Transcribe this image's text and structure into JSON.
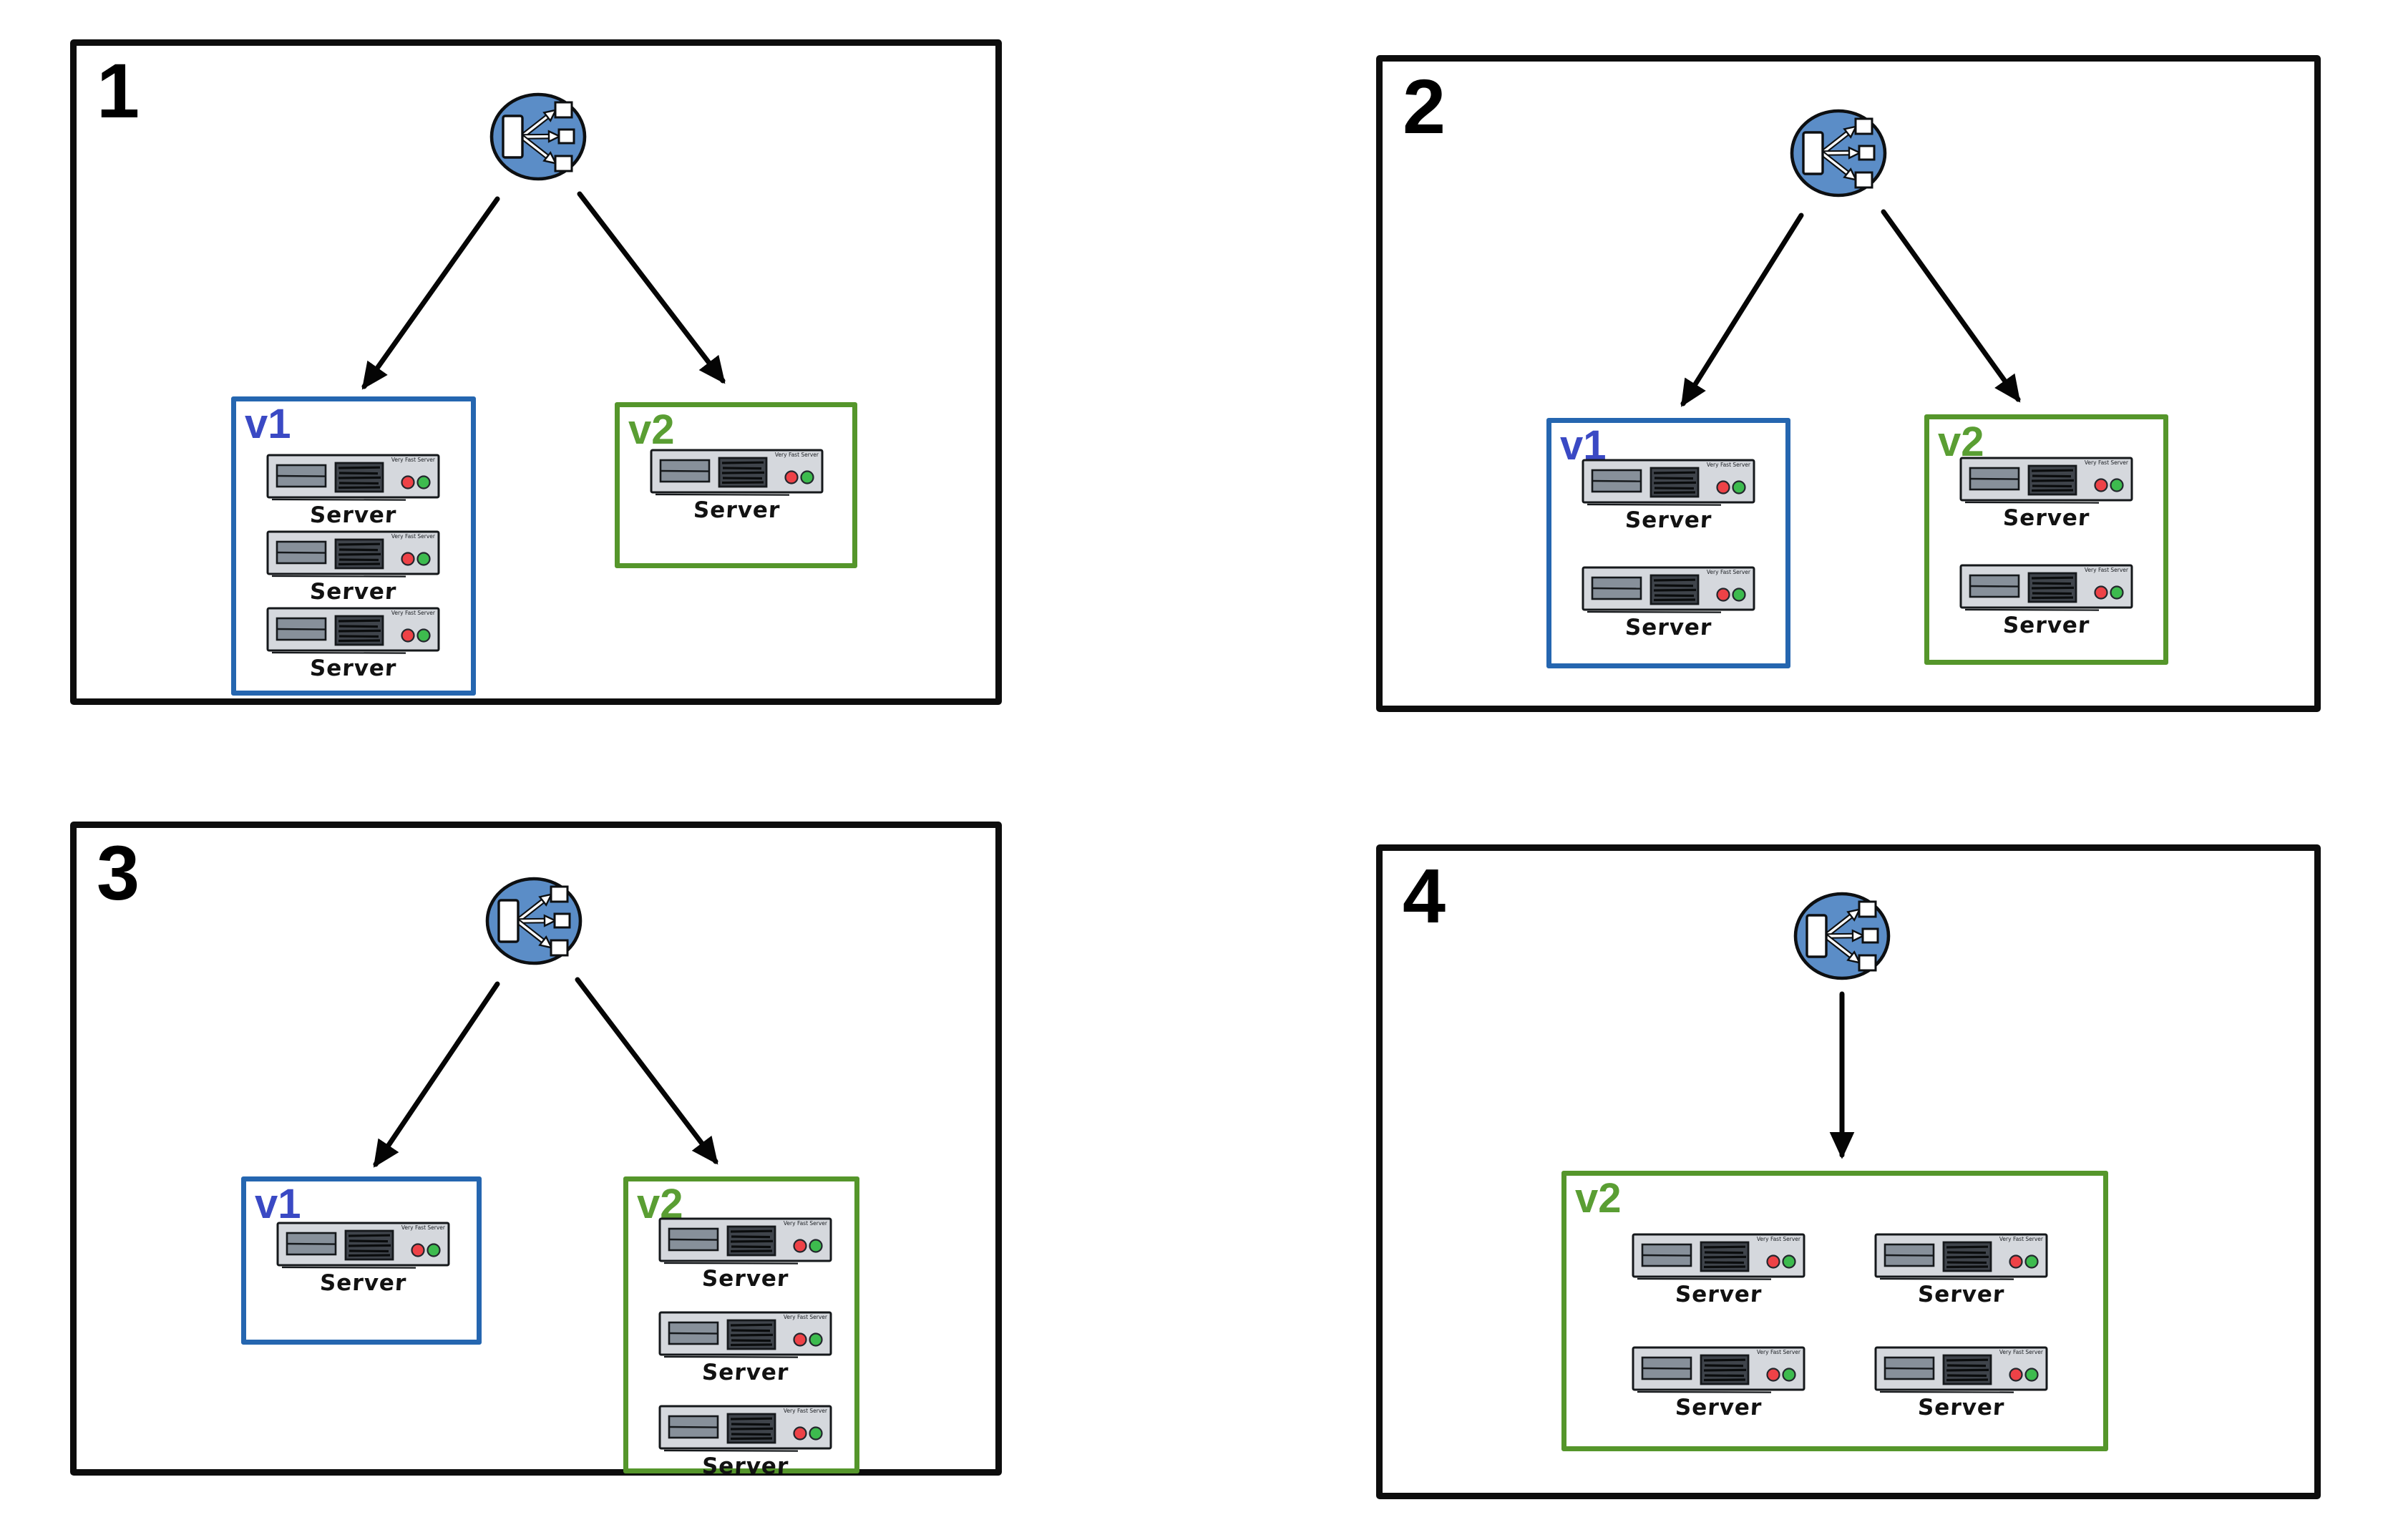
{
  "labels": {
    "server": "Server",
    "brand": "Very Fast Server"
  },
  "colors": {
    "panel_border": "#0d0d0d",
    "load_balancer_fill": "#5b8dc7",
    "v1_border": "#2566b0",
    "v1_label": "#3a49c4",
    "v2_border": "#55962b",
    "v2_label": "#5a9e33",
    "rack_body": "#d5d8dd",
    "rack_bay": "#87909a",
    "rack_vent": "#3f444b",
    "led_red": "#ee4247",
    "led_green": "#3dbb4e",
    "arrow": "#050505"
  },
  "panels": [
    {
      "number": "1",
      "traffic_to": [
        "v1",
        "v2"
      ],
      "groups": [
        {
          "label": "v1",
          "servers": 3
        },
        {
          "label": "v2",
          "servers": 1
        }
      ]
    },
    {
      "number": "2",
      "traffic_to": [
        "v1",
        "v2"
      ],
      "groups": [
        {
          "label": "v1",
          "servers": 2
        },
        {
          "label": "v2",
          "servers": 2
        }
      ]
    },
    {
      "number": "3",
      "traffic_to": [
        "v1",
        "v2"
      ],
      "groups": [
        {
          "label": "v1",
          "servers": 1
        },
        {
          "label": "v2",
          "servers": 3
        }
      ]
    },
    {
      "number": "4",
      "traffic_to": [
        "v2"
      ],
      "groups": [
        {
          "label": "v2",
          "servers": 4
        }
      ]
    }
  ]
}
